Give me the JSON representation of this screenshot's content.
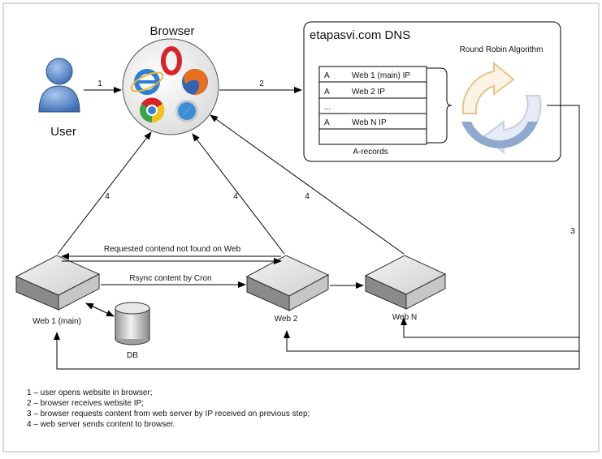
{
  "labels": {
    "user": "User",
    "browser": "Browser",
    "dns_title": "etapasvi.com DNS",
    "algorithm": "Round Robin Algorithm",
    "a_records": "A-records",
    "web1": "Web 1 (main)",
    "web2": "Web 2",
    "webn": "Web N",
    "db": "DB",
    "not_found": "Requested contend not found on Web",
    "rsync": "Rsync content by Cron"
  },
  "dns_records": [
    {
      "type": "A",
      "value": "Web 1 (main) IP"
    },
    {
      "type": "A",
      "value": "Web 2 IP"
    },
    {
      "type": "",
      "value": "..."
    },
    {
      "type": "A",
      "value": "Web N IP"
    },
    {
      "type": "",
      "value": ""
    }
  ],
  "step_numbers": {
    "s1": "1",
    "s2": "2",
    "s3": "3",
    "s4a": "4",
    "s4b": "4",
    "s4c": "4"
  },
  "legend": [
    "1 – user opens website in browser;",
    "2 – browser receives website IP;",
    "3 – browser requests content from web server by IP received on previous step;",
    "4 – web server sends content to browser."
  ],
  "colors": {
    "user_blue": "#5b8ac8",
    "ie_blue": "#2b7fd6",
    "opera_red": "#d8232a",
    "firefox_orange": "#e8701c",
    "chrome_green": "#3aa54a",
    "chrome_yellow": "#f2c318",
    "safari_blue": "#3b8fd9",
    "rr_orange": "#e8c080",
    "rr_blue": "#8fa8d0",
    "server_gray": "#b8b8b8"
  }
}
